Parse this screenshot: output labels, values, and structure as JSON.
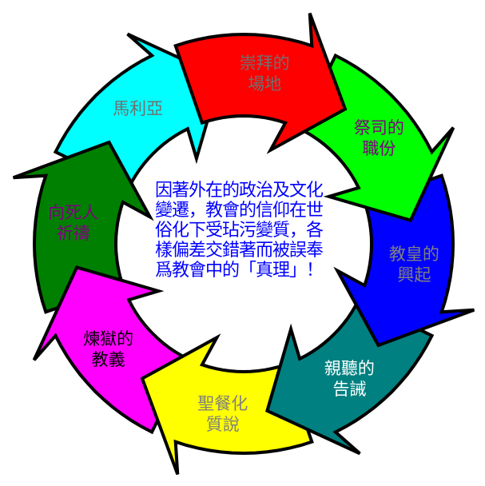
{
  "cycle": [
    {
      "lines": [
        "崇拜的",
        "場地"
      ],
      "fill": "#ff0000",
      "text_color": "#707070"
    },
    {
      "lines": [
        "祭司的",
        "職份"
      ],
      "fill": "#00ff00",
      "text_color": "#800080"
    },
    {
      "lines": [
        "教皇的",
        "興起"
      ],
      "fill": "#0000ff",
      "text_color": "#808080"
    },
    {
      "lines": [
        "親聽的",
        "告誡"
      ],
      "fill": "#008080",
      "text_color": "#ffffff"
    },
    {
      "lines": [
        "聖餐化",
        "質說"
      ],
      "fill": "#ffff00",
      "text_color": "#808080"
    },
    {
      "lines": [
        "煉獄的",
        "教義"
      ],
      "fill": "#ff00ff",
      "text_color": "#000000"
    },
    {
      "lines": [
        "向死人",
        "祈禱"
      ],
      "fill": "#008000",
      "text_color": "#800080"
    },
    {
      "lines": [
        "馬利亞"
      ],
      "fill": "#00ffff",
      "text_color": "#707070"
    }
  ],
  "center_text": {
    "lines": [
      "因著外在的政治及文化",
      "變遷，教會的信仰在世",
      "俗化下受玷污變質，各",
      "樣偏差交錯著而被誤奉",
      "爲教會中的「真理」！"
    ]
  }
}
